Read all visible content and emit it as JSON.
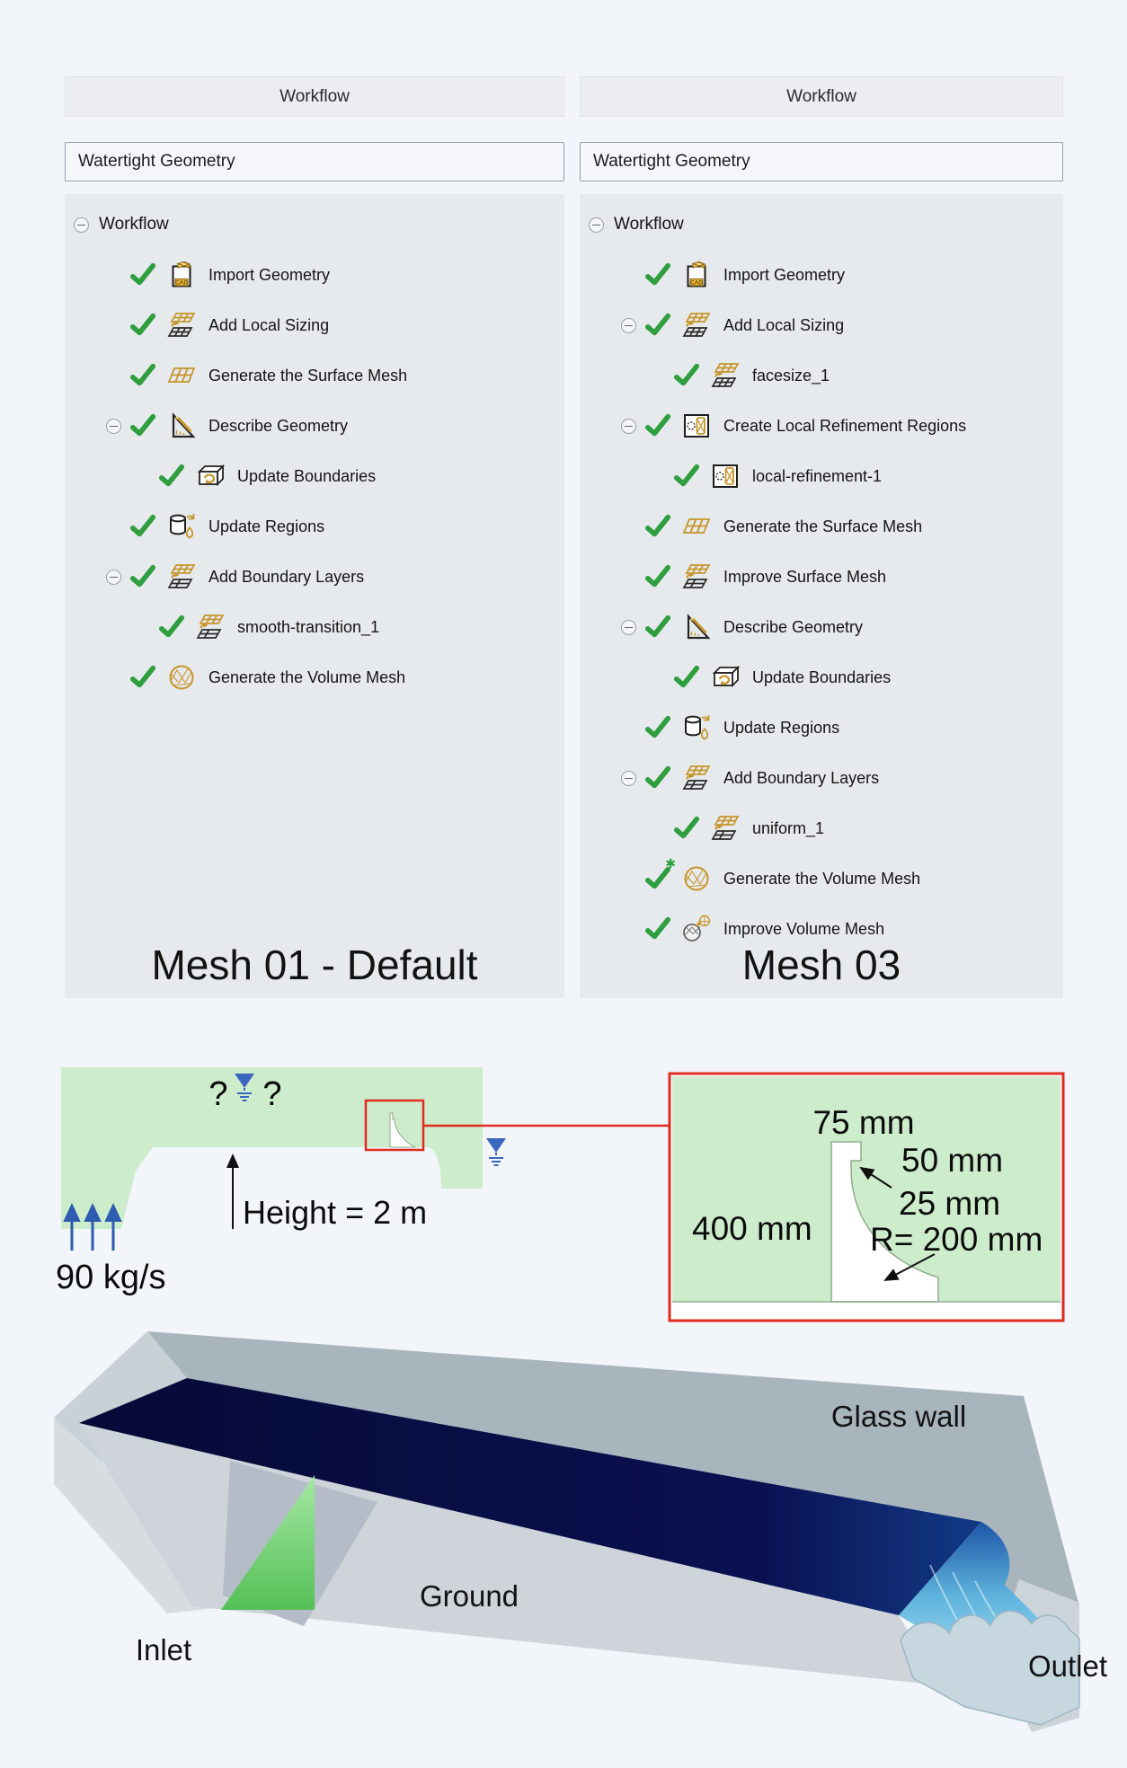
{
  "panels": [
    {
      "header": "Workflow",
      "selector_value": "Watertight Geometry",
      "caption": "Mesh 01 - Default",
      "tree": [
        {
          "label": "Workflow",
          "level": 0,
          "expander": true
        },
        {
          "label": "Import Geometry",
          "level": 1,
          "icon": "cad",
          "checked": true
        },
        {
          "label": "Add Local Sizing",
          "level": 1,
          "icon": "sizing",
          "checked": true
        },
        {
          "label": "Generate the Surface Mesh",
          "level": 1,
          "icon": "surface",
          "checked": true
        },
        {
          "label": "Describe Geometry",
          "level": 1,
          "icon": "describe",
          "checked": true,
          "expander": true
        },
        {
          "label": "Update Boundaries",
          "level": 2,
          "icon": "boundaries",
          "checked": true
        },
        {
          "label": "Update Regions",
          "level": 1,
          "icon": "regions",
          "checked": true
        },
        {
          "label": "Add Boundary Layers",
          "level": 1,
          "icon": "layers",
          "checked": true,
          "expander": true
        },
        {
          "label": "smooth-transition_1",
          "level": 2,
          "icon": "layers",
          "checked": true
        },
        {
          "label": "Generate the Volume Mesh",
          "level": 1,
          "icon": "volume",
          "checked": true
        }
      ]
    },
    {
      "header": "Workflow",
      "selector_value": "Watertight Geometry",
      "caption": "Mesh 03",
      "tree": [
        {
          "label": "Workflow",
          "level": 0,
          "expander": true
        },
        {
          "label": "Import Geometry",
          "level": 1,
          "icon": "cad",
          "checked": true
        },
        {
          "label": "Add Local Sizing",
          "level": 1,
          "icon": "sizing",
          "checked": true,
          "expander": true
        },
        {
          "label": "facesize_1",
          "level": 2,
          "icon": "sizing",
          "checked": true
        },
        {
          "label": "Create Local Refinement Regions",
          "level": 1,
          "icon": "refine",
          "checked": true,
          "expander": true
        },
        {
          "label": "local-refinement-1",
          "level": 2,
          "icon": "refine",
          "checked": true
        },
        {
          "label": "Generate the Surface Mesh",
          "level": 1,
          "icon": "surface",
          "checked": true
        },
        {
          "label": "Improve Surface Mesh",
          "level": 1,
          "icon": "layers",
          "checked": true
        },
        {
          "label": "Describe Geometry",
          "level": 1,
          "icon": "describe",
          "checked": true,
          "expander": true
        },
        {
          "label": "Update Boundaries",
          "level": 2,
          "icon": "boundaries",
          "checked": true
        },
        {
          "label": "Update Regions",
          "level": 1,
          "icon": "regions",
          "checked": true
        },
        {
          "label": "Add Boundary Layers",
          "level": 1,
          "icon": "layers",
          "checked": true,
          "expander": true
        },
        {
          "label": "uniform_1",
          "level": 2,
          "icon": "layers",
          "checked": true
        },
        {
          "label": "Generate the Volume Mesh",
          "level": 1,
          "icon": "volume",
          "checked": true,
          "star": true
        },
        {
          "label": "Improve Volume Mesh",
          "level": 1,
          "icon": "improvevol",
          "checked": true
        }
      ]
    }
  ],
  "schematic": {
    "question_mark": "?",
    "height_label": "Height = 2 m",
    "flow_label": "90 kg/s",
    "inset": {
      "crest_width": "75 mm",
      "step_a": "50 mm",
      "step_b": "25 mm",
      "radius": "R= 200 mm",
      "height": "400 mm"
    },
    "colors": {
      "domain_green": "#cdeccb",
      "highlight_red": "#e02b20",
      "symbol_blue": "#3a66c0"
    }
  },
  "scene3d": {
    "labels": {
      "glass_wall": "Glass wall",
      "ground": "Ground",
      "inlet": "Inlet",
      "outlet": "Outlet"
    },
    "colors": {
      "water_navy": "#0a1050",
      "fall_cyan": "#9fdef2",
      "inlet_green": "#7fd27f",
      "wall_gray": "#a9b5bd"
    }
  }
}
